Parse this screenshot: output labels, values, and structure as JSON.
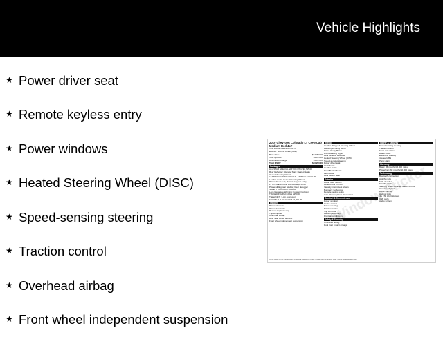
{
  "header": {
    "title": "Vehicle Highlights",
    "bg": "#000000",
    "fg": "#ffffff"
  },
  "features": [
    {
      "icon": "star-icon",
      "label": "Power driver seat"
    },
    {
      "icon": "star-icon",
      "label": "Remote keyless entry"
    },
    {
      "icon": "star-icon",
      "label": "Power windows"
    },
    {
      "icon": "star-icon",
      "label": "Heated Steering Wheel (DISC)"
    },
    {
      "icon": "star-icon",
      "label": "Speed-sensing steering"
    },
    {
      "icon": "star-icon",
      "label": "Traction control"
    },
    {
      "icon": "star-icon",
      "label": "Overhead airbag"
    },
    {
      "icon": "star-icon",
      "label": "Front wheel independent suspension"
    }
  ],
  "sticker": {
    "title": "2019 Chevrolet Colorado LT Crew Cab Medium Bed 4LT",
    "vin": "VIN: 1GCGTCEN9K1766473",
    "exterior": "Exterior: Summit White (GAZ)",
    "pricing": [
      {
        "label": "Base Price",
        "value": "$34,350.00"
      },
      {
        "label": "Total Options",
        "value": "$4,815.00"
      },
      {
        "label": "Destination Charge",
        "value": "$1,095.00"
      },
      {
        "label": "Total MSRP",
        "value": "$40,260.00"
      }
    ],
    "col1_sections": [
      {
        "heading": "Packages",
        "lines": [
          "ALL-STAR SPECIAL EDITION PKG  $1,795.00",
          "Rear Defogger; Remote Start; Heated Seats",
          "Heated Steering Wheel",
          "LEATHER LUXURY SPECIAL EDITION  $1,480.00",
          "Leather seats; Heated Steering Wheel",
          "Power driver seat; Remote keyless entry",
          "LT CONVENIENCE PACKAGE  $750.00",
          "Power sliding rear window; Rear defogger",
          "SAFETY PACKAGE  $590.00",
          "Lane Departure Warning; Forward Collision",
          "TRAILERING PACKAGE  $250.00",
          "Trailer hitch; 7-pin connector",
          "ENGINE 3.6L V6 DI VVT  $2,000.00"
        ]
      },
      {
        "heading": "Options",
        "lines": [
          "Power windows",
          "Power door locks",
          "Remote keyless entry",
          "Trip computer",
          "Overhead airbag",
          "Rear seat center armrest",
          "Front wheel independent suspension"
        ]
      }
    ],
    "col2_sections": [
      {
        "heading": "Interior",
        "lines": [
          "Leather Wrapped Steering Wheel",
          "Passenger Vanity Mirror",
          "Driver Vanity Mirror",
          "Front Reading Lights",
          "Rear Window Defroster",
          "Heated Steering Wheel (DISC)",
          "Speed-sensing steering",
          "Power driver seat",
          "Cloth Seats",
          "Leather Seats",
          "Front Bucket Seats",
          "Floor Mats",
          "Rear Bench Seat"
        ]
      },
      {
        "heading": "Exterior",
        "lines": [
          "Power door mirrors",
          "Heated door mirrors",
          "Variably intermittent wipers",
          "Bumpers: body-color",
          "Remote keyless entry",
          "Auto-dimming Rear-View mirror"
        ]
      },
      {
        "heading": "Comfort & Convenience",
        "lines": [
          "Power windows",
          "Cruise control",
          "Power steering",
          "Traction control",
          "Trip computer",
          "Passenger Airbag",
          "Front air conditioning"
        ]
      },
      {
        "heading": "Safety & Security",
        "lines": [
          "Overhead airbag",
          "Dual front impact airbags"
        ]
      }
    ],
    "col3_sections": [
      {
        "heading": "Safety & Security",
        "lines": [
          "Speed-sensing steering",
          "Traction control",
          "Front anti-roll bar",
          "Brake assist",
          "Electronic stability",
          "4-wheel ABS",
          "Panic alarm"
        ]
      },
      {
        "heading": "Warranty",
        "lines": [
          "Basic: 36 months/36,000 miles",
          "Powertrain: 60 months/60,000 miles"
        ]
      },
      {
        "heading": "Technology",
        "lines": [
          "Bluetooth connection",
          "AM/FM radio",
          "MP3 decoder",
          "Satellite Radio",
          "Steering wheel mounted audio controls",
          "Chevrolet MyLink",
          "Apple CarPlay",
          "Android Auto",
          "4G LTE Wi-Fi Hotspot",
          "USB ports",
          "Audio system"
        ]
      }
    ],
    "watermark": "Window Sticker",
    "footnote": "Prices shown are the manufacturer's suggested retail prices (MSRP). Dealer may sell for less. Taxes, license and dealer fees extra."
  }
}
